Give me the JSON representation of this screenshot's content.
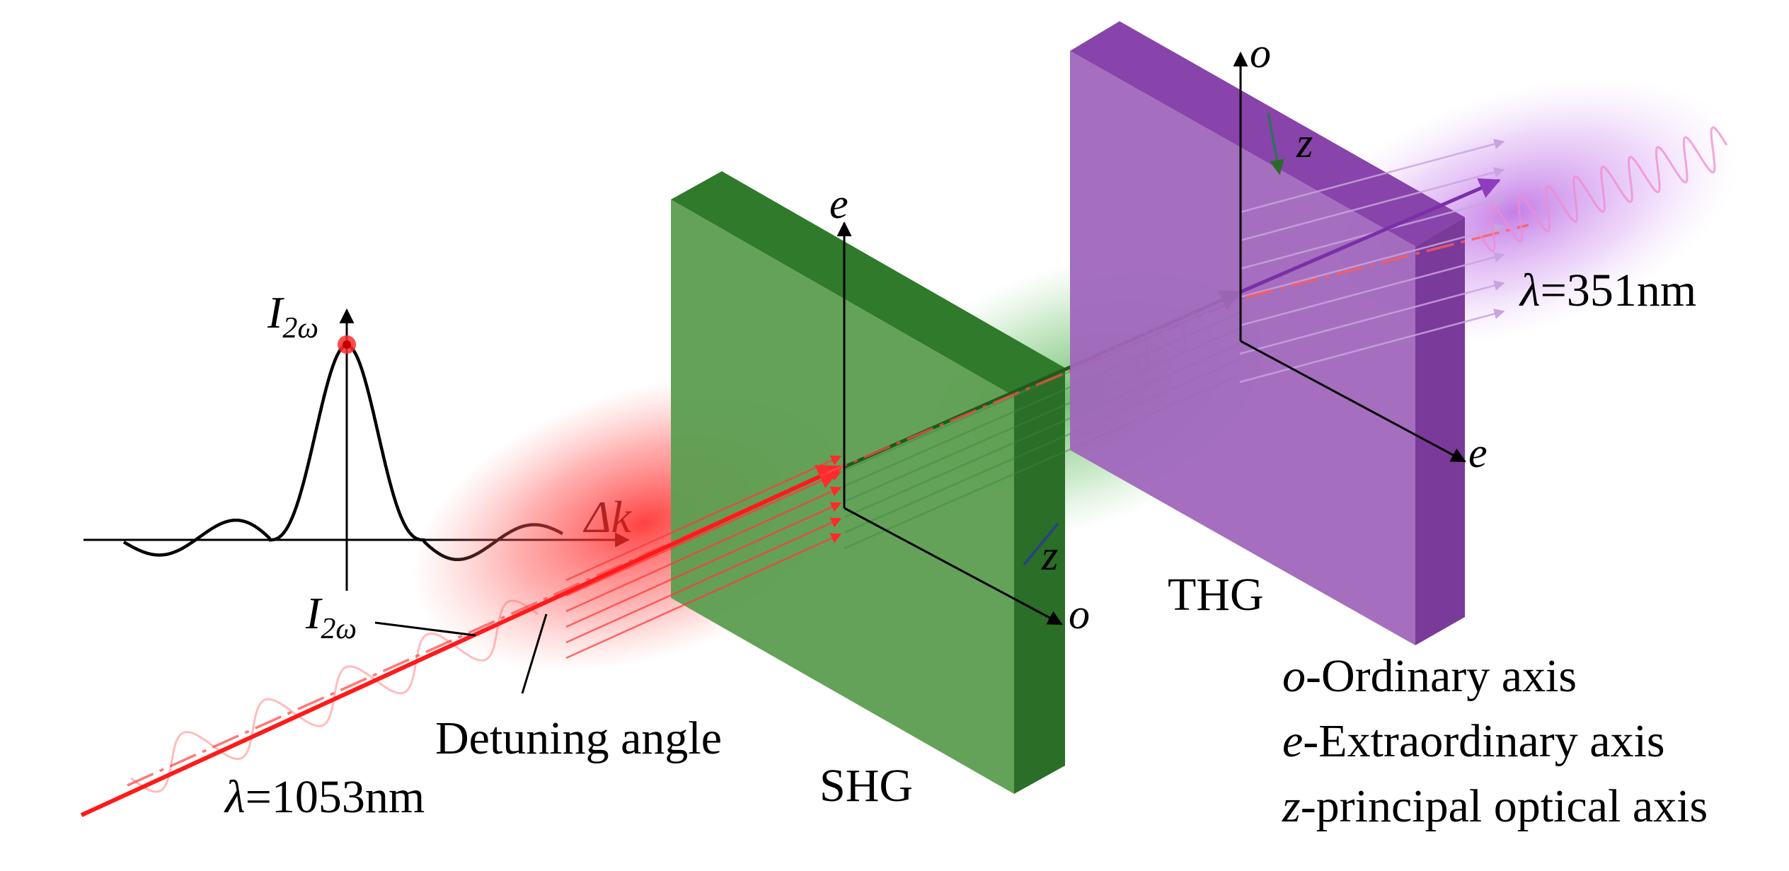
{
  "plot": {
    "y_label": {
      "symbol": "I",
      "sub": "2ω"
    },
    "x_label": "Δk"
  },
  "labels": {
    "beam_label": {
      "symbol": "I",
      "sub": "2ω"
    },
    "detuning": "Detuning angle",
    "input_wavelength": {
      "symbol": "λ",
      "value": "=1053nm"
    },
    "output_wavelength": {
      "symbol": "λ",
      "value": "=351nm"
    },
    "shg": "SHG",
    "thg": "THG"
  },
  "shg_axes": {
    "e": "e",
    "o": "o",
    "z": "z"
  },
  "thg_axes": {
    "o": "o",
    "e": "e",
    "z": "z"
  },
  "legend": [
    {
      "symbol": "o",
      "text": "-Ordinary axis"
    },
    {
      "symbol": "e",
      "text": "-Extraordinary axis"
    },
    {
      "symbol": "z",
      "text": "-principal optical axis"
    }
  ],
  "colors": {
    "red": "#ff1a1a",
    "shg_face": "#5e9e52",
    "shg_top": "#2f7a2b",
    "shg_side": "#2a6e27",
    "thg_face": "#a066bc",
    "thg_top": "#8844aa",
    "thg_side": "#7a3a9a"
  }
}
